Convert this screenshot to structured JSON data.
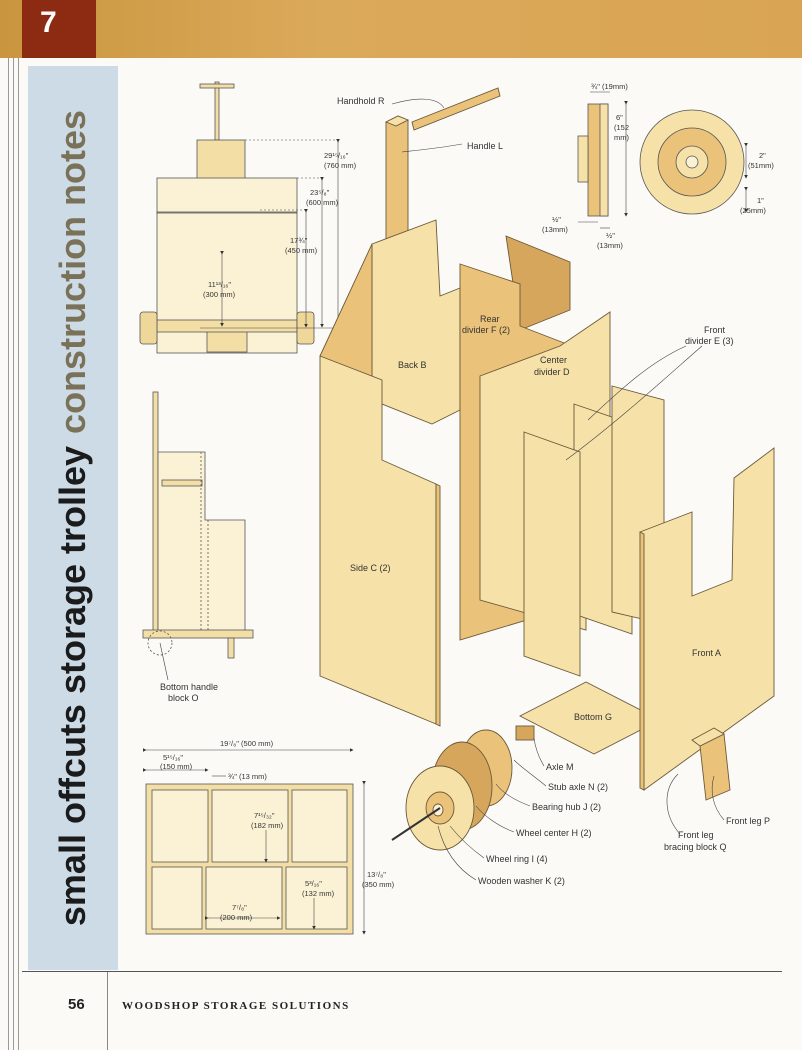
{
  "chapter": {
    "number": "7"
  },
  "sidebar": {
    "title_main": "small offcuts storage trolley",
    "title_sub": "construction notes"
  },
  "labels": {
    "handhold": "Handhold R",
    "handle": "Handle L",
    "back": "Back B",
    "rear_divider": [
      "Rear",
      "divider F (2)"
    ],
    "center_divider": [
      "Center",
      "divider D"
    ],
    "front_divider": [
      "Front",
      "divider E (3)"
    ],
    "side": "Side C (2)",
    "front": "Front A",
    "bottom": "Bottom G",
    "axle": "Axle M",
    "stub_axle": "Stub axle N (2)",
    "bearing_hub": "Bearing hub J (2)",
    "wheel_center": "Wheel center H (2)",
    "wheel_ring": "Wheel ring I (4)",
    "washer": "Wooden washer K (2)",
    "front_leg": "Front leg P",
    "leg_bracing": [
      "Front leg",
      "bracing block Q"
    ],
    "bottom_handle": [
      "Bottom handle",
      "block O"
    ]
  },
  "dims_front_view": {
    "d1": [
      "29¹⁵/₁₆\"",
      "(760 mm)"
    ],
    "d2": [
      "23⁵/₈\"",
      "(600 mm)"
    ],
    "d3": [
      "17¾\"",
      "(450 mm)"
    ],
    "d4": [
      "11¹³/₁₆\"",
      "(300 mm)"
    ]
  },
  "dims_wheel": {
    "w1": "¾\" (19mm)",
    "w2": [
      "6\"",
      "(152",
      "mm)"
    ],
    "w3": [
      "2\"",
      "(51mm)"
    ],
    "w4": [
      "1\"",
      "(25mm)"
    ],
    "w5": [
      "½\"",
      "(13mm)"
    ],
    "w6": [
      "½\"",
      "(13mm)"
    ]
  },
  "dims_plan": {
    "p1": "19⁷/₈\" (500 mm)",
    "p2": [
      "5¹⁵/₁₆\"",
      "(150 mm)"
    ],
    "p3": "¾\" (13 mm)",
    "p4": [
      "7¹⁵/₃₂\"",
      "(182 mm)"
    ],
    "p5": [
      "7⁷/₈\"",
      "(200 mm)"
    ],
    "p6": [
      "5³/₁₆\"",
      "(132 mm)"
    ],
    "p7": [
      "13⁷/₈\"",
      "(350 mm)"
    ]
  },
  "footer": {
    "page_number": "56",
    "book_title": "WOODSHOP STORAGE SOLUTIONS"
  },
  "colors": {
    "wood_light": "#f6e2a8",
    "wood_mid": "#ebc27a",
    "wood_dark": "#d7a65d",
    "header": "#d4a050",
    "chapter_box": "#8d2a12",
    "sidebar": "#cddbe6"
  }
}
